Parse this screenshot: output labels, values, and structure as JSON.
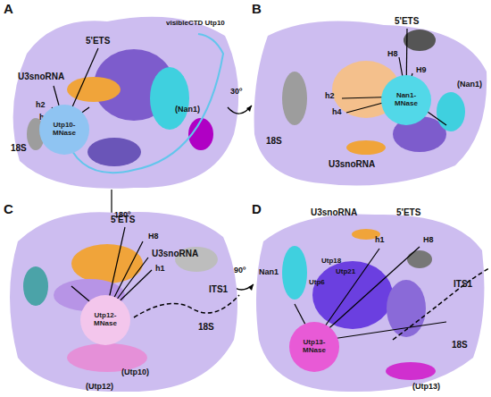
{
  "diagram": {
    "nodes": [
      {
        "text": [
          "Utp10-MNase"
        ]
      },
      {
        "text": [
          "Nan1-MNase"
        ]
      },
      {
        "text": [
          "Utp12-MNase"
        ]
      },
      {
        "text": [
          "Utp13-MNase"
        ]
      }
    ],
    "labels": [
      "A",
      "5'ETS",
      "visibleCTD Utp10",
      "U3snoRNA",
      "h2",
      "h4",
      "18S",
      "(Nan1)",
      "30º",
      "180º",
      "B",
      "5'ETS",
      "H8",
      "H9",
      "h2",
      "h4",
      "18S",
      "(Nan1)",
      "U3snoRNA",
      "C",
      "5'ETS",
      "H8",
      "U3snoRNA",
      "h1",
      "ITS1",
      "18S",
      "(Utp10)",
      "(Utp12)",
      "90º",
      "D",
      "U3snoRNA",
      "5'ETS",
      "h1",
      "H8",
      "Utp18",
      "Utp21",
      "Utp6",
      "Nan1",
      "ITS1",
      "18S",
      "(Utp13)"
    ]
  }
}
